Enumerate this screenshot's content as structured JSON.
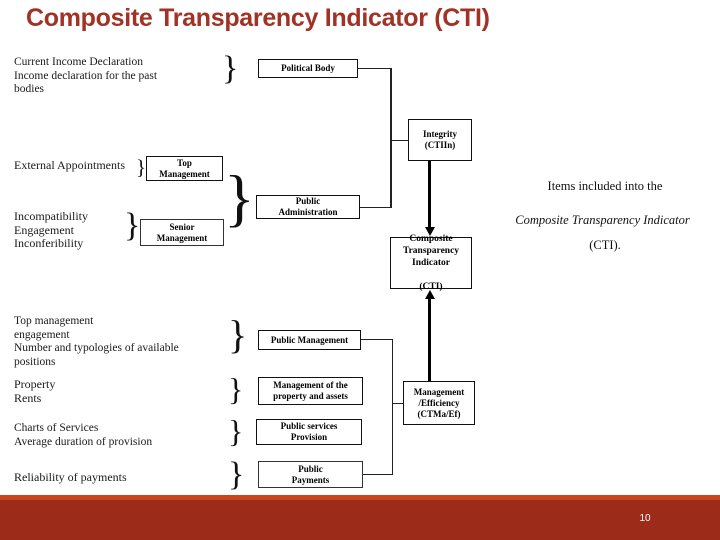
{
  "slide": {
    "title": "Composite Transparency Indicator (CTI)",
    "page_number": "10",
    "title_color": "#a13226",
    "footer_top_color": "#c9451a",
    "footer_bottom_color": "#9c2b1a"
  },
  "diagram": {
    "left_items": [
      {
        "id": "income-declaration",
        "text": "Current Income Declaration\nIncome declaration for the past\nbodies"
      },
      {
        "id": "external-appointments",
        "text": "External Appointments"
      },
      {
        "id": "incompatibility",
        "text": "Incompatibility\nEngagement\nInconferibility"
      },
      {
        "id": "top-management-engagement",
        "text": "Top management\nengagement\nNumber and typologies of available\npositions"
      },
      {
        "id": "property-rents",
        "text": "Property\nRents"
      },
      {
        "id": "charts-of-services",
        "text": "Charts of Services\nAverage duration of provision"
      },
      {
        "id": "reliability-of-payments",
        "text": "Reliability of payments"
      }
    ],
    "boxes": [
      {
        "id": "political-body",
        "label": "Political Body"
      },
      {
        "id": "top-management",
        "label": "Top\nManagement"
      },
      {
        "id": "senior-management",
        "label": "Senior\nManagement"
      },
      {
        "id": "public-administration",
        "label": "Public\nAdministration"
      },
      {
        "id": "integrity",
        "label": "Integrity\n(CTIIn)"
      },
      {
        "id": "cti",
        "label": "Composite\nTransparency\nIndicator\n\n(CTI)"
      },
      {
        "id": "public-management",
        "label": "Public Management"
      },
      {
        "id": "management-property",
        "label": "Management of the\nproperty and assets"
      },
      {
        "id": "public-services-provision",
        "label": "Public services\nProvision"
      },
      {
        "id": "public-payments",
        "label": "Public\nPayments"
      },
      {
        "id": "management-efficiency",
        "label": "Management\n/Efficiency\n(CTMa/Ef)"
      }
    ],
    "note": {
      "line1": "Items included into the",
      "line2": "Composite Transparency Indicator",
      "line3": "(CTI)."
    },
    "brace_glyph": "}"
  }
}
